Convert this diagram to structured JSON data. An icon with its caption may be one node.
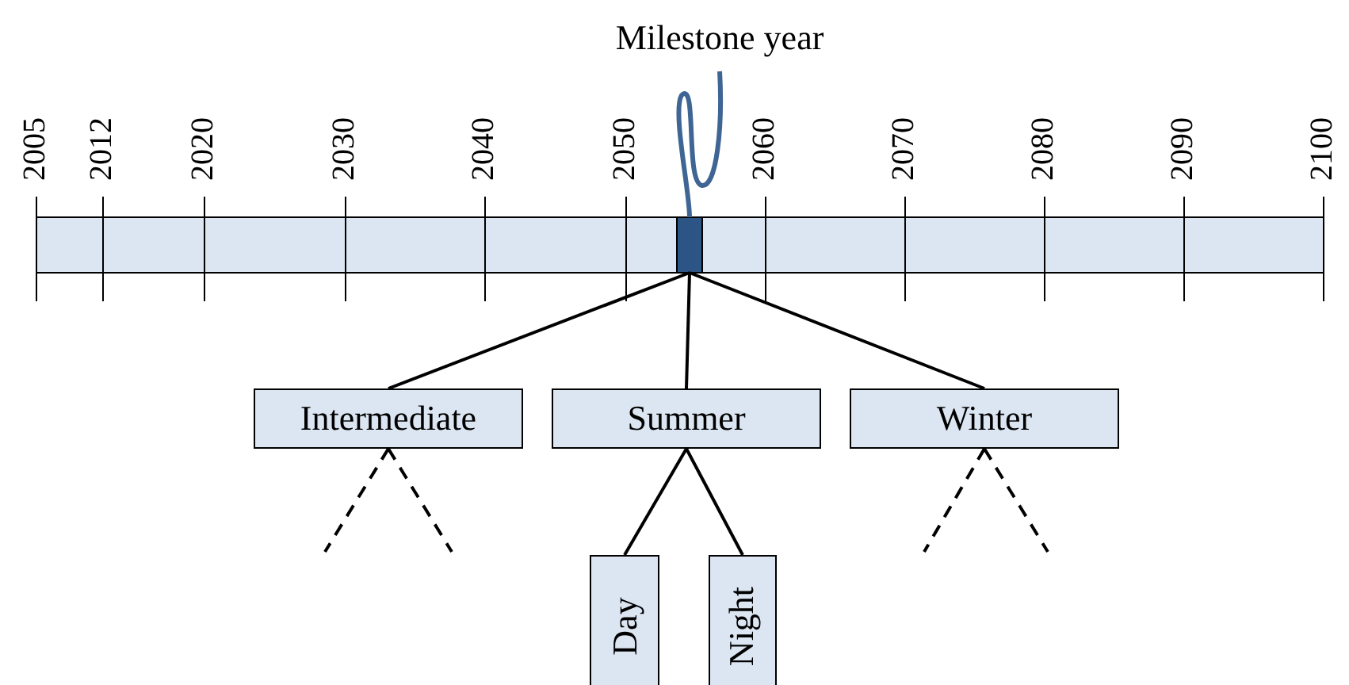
{
  "diagram": {
    "nodes": [
      {
        "text": [
          "Milestone year"
        ]
      },
      {
        "text": [],
        "shape": "bar"
      },
      {
        "text": [
          "Intermediate"
        ]
      },
      {
        "text": [
          "Summer"
        ]
      },
      {
        "text": [
          "Winter"
        ]
      },
      {
        "text": [
          "Day"
        ]
      },
      {
        "text": [
          "Night"
        ]
      }
    ],
    "edges": [
      {
        "from": 0,
        "to": 1,
        "arrow": "none",
        "color": "#3f6594"
      },
      {
        "from": 1,
        "to": 2,
        "arrow": "none"
      },
      {
        "from": 1,
        "to": 3,
        "arrow": "none"
      },
      {
        "from": 1,
        "to": 4,
        "arrow": "none"
      },
      {
        "from": 3,
        "to": 5,
        "arrow": "none"
      },
      {
        "from": 3,
        "to": 6,
        "arrow": "none"
      },
      {
        "from": 2,
        "to": null,
        "arrow": "none",
        "style": "dashed"
      },
      {
        "from": 2,
        "to": null,
        "arrow": "none",
        "style": "dashed"
      },
      {
        "from": 4,
        "to": null,
        "arrow": "none",
        "style": "dashed"
      },
      {
        "from": 4,
        "to": null,
        "arrow": "none",
        "style": "dashed"
      }
    ],
    "labels": [
      "2005",
      "2012",
      "2020",
      "2030",
      "2040",
      "2050",
      "2060",
      "2070",
      "2080",
      "2090",
      "2100"
    ]
  }
}
